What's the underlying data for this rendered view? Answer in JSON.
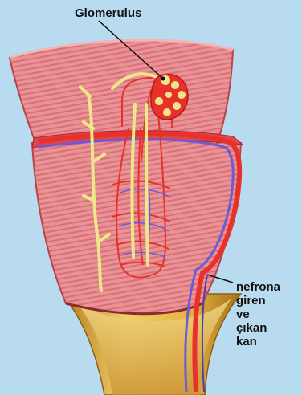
{
  "labels": {
    "glomerulus": "Glomerulus",
    "blood_flow": [
      "nefrona",
      "giren",
      "ve",
      "çıkan",
      "kan"
    ]
  },
  "colors": {
    "background": "#b9dbf0",
    "tissue": "#e98d90",
    "tissue_stripe": "#d46a70",
    "capsule_rim": "#e0454a",
    "vessel_red": "#e8312a",
    "vessel_blue": "#6a5bd8",
    "tubule_yellow": "#ece889",
    "duct_gold": "#d9a53a"
  }
}
